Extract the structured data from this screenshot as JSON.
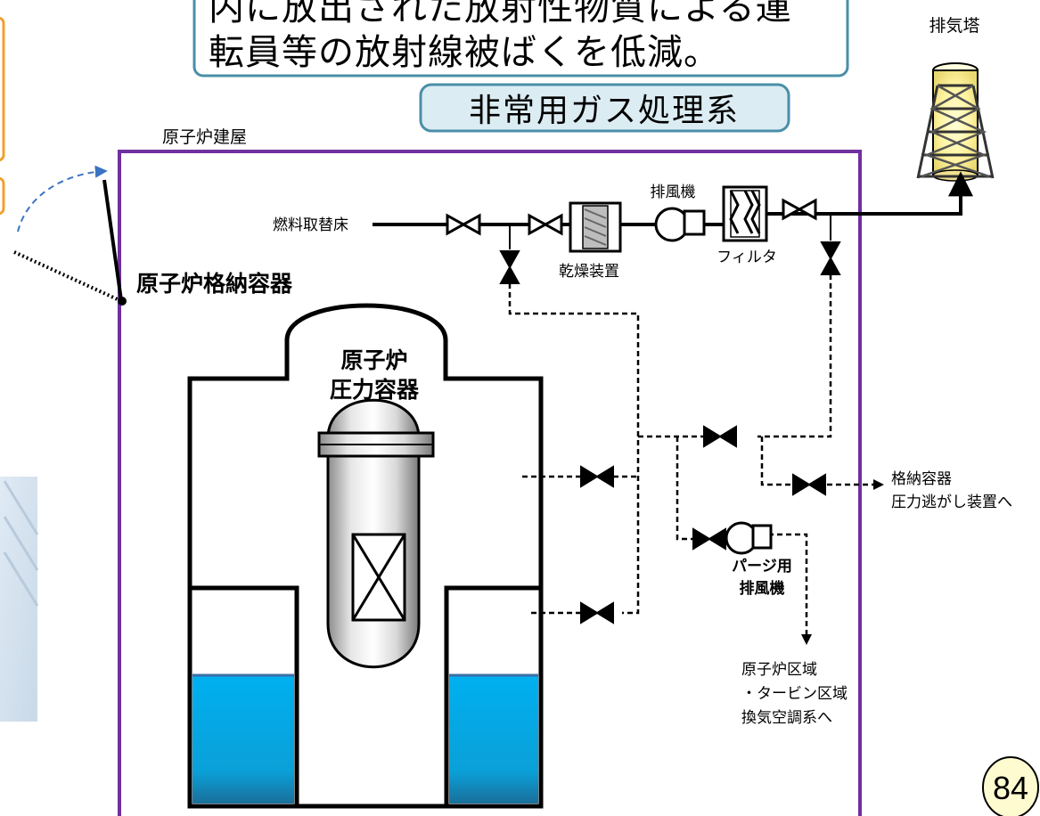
{
  "callout": {
    "line1": "内に放出された放射性物質による運",
    "line2": "転員等の放射線被ばくを低減。"
  },
  "system_title": "非常用ガス処理系",
  "labels": {
    "exhaust_tower": "排気塔",
    "reactor_building": "原子炉建屋",
    "containment": "原子炉格納容器",
    "reactor_line1": "原子炉",
    "reactor_line2": "圧力容器",
    "refueling_floor": "燃料取替床",
    "exhaust_fan": "排風機",
    "dryer": "乾燥装置",
    "filter": "フィルタ",
    "purge_fan_line1": "パージ用",
    "purge_fan_line2": "排風機",
    "containment_relief_line1": "格納容器",
    "containment_relief_line2": "圧力逃がし装置へ",
    "hvac_line1": "原子炉区域",
    "hvac_line2": "・タービン区域",
    "hvac_line3": "換気空調系へ"
  },
  "page_number": "84",
  "colors": {
    "callout_border": "#4a8fa8",
    "pill_fill": "#dcecf3",
    "building_wall": "#7030a0",
    "water": "#00b0f0",
    "accent_orange": "#f0a030",
    "page_badge_fill": "#fffbd0",
    "arrow_blue": "#3a73c4"
  },
  "icons": {
    "valve": "bowtie-valve-icon",
    "fan": "fan-icon",
    "dryer": "dryer-cartridge-icon",
    "filter": "filter-cartridge-icon",
    "tower": "exhaust-tower-icon"
  }
}
